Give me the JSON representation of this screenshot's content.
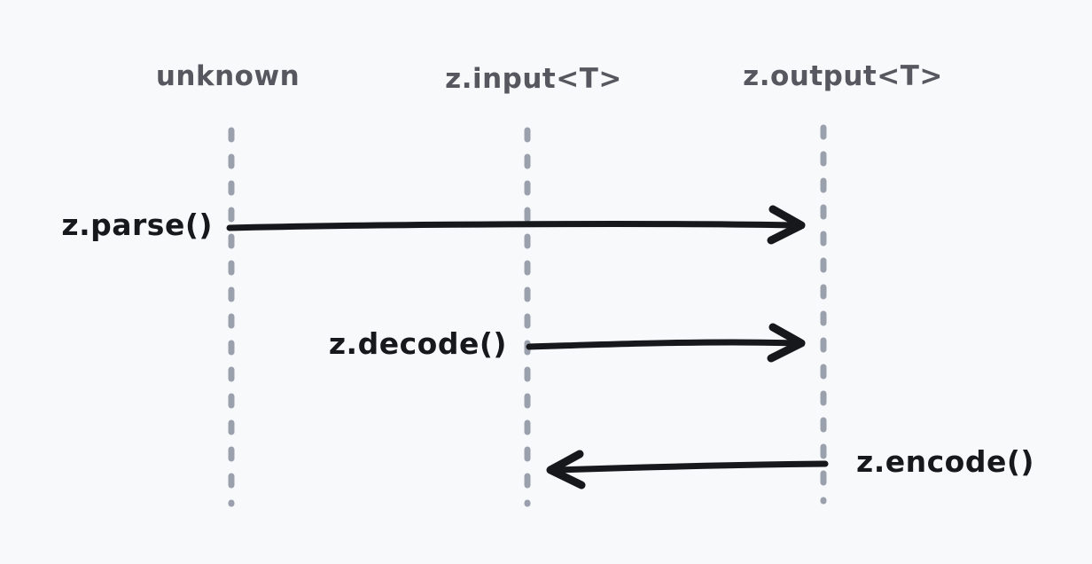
{
  "diagram": {
    "type": "sequence",
    "lifelines": [
      {
        "label": "unknown"
      },
      {
        "label": "z.input<T>"
      },
      {
        "label": "z.output<T>"
      }
    ],
    "messages": [
      {
        "label": "z.parse()",
        "from": "unknown",
        "to": "z.output<T>",
        "direction": "right"
      },
      {
        "label": "z.decode()",
        "from": "z.input<T>",
        "to": "z.output<T>",
        "direction": "right"
      },
      {
        "label": "z.encode()",
        "from": "z.output<T>",
        "to": "z.input<T>",
        "direction": "left"
      }
    ],
    "colors": {
      "background": "#f8f9fb",
      "lifeline": "#9aa1ad",
      "lifeline_label": "#56575f",
      "message": "#17181c"
    }
  }
}
